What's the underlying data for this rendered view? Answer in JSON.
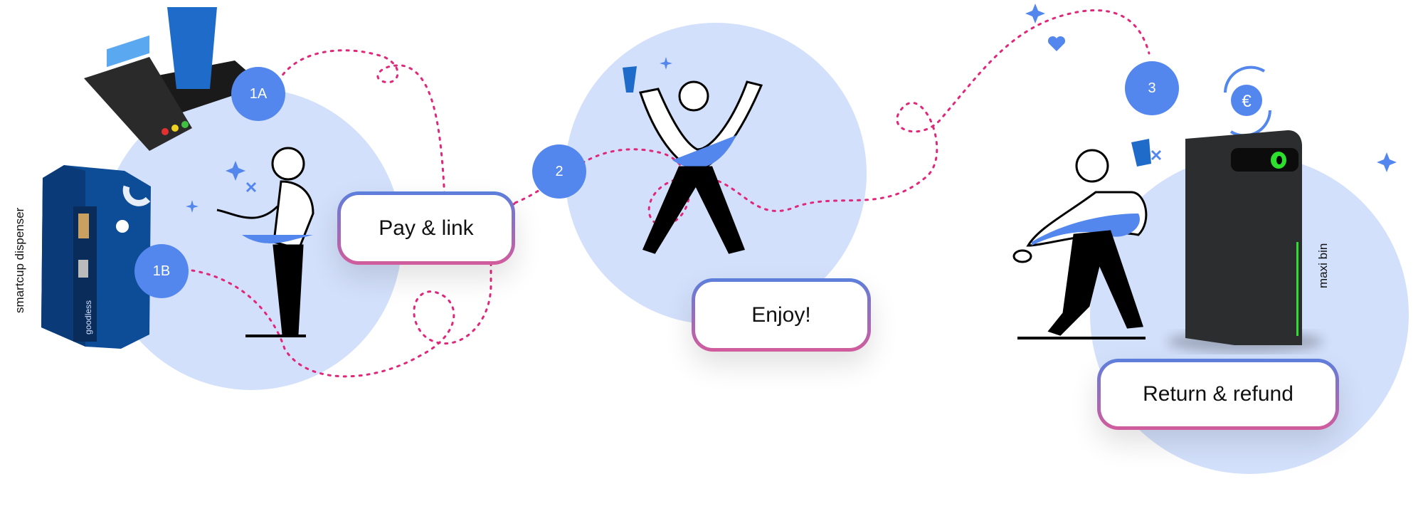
{
  "colors": {
    "badge": "#5387ee",
    "circle": "#d3e0fb",
    "path": "#e0287a",
    "box_top": "#5c7fdc",
    "box_bottom": "#d25c9c"
  },
  "badges": {
    "b1a": "1A",
    "b1b": "1B",
    "b2": "2",
    "b3": "3"
  },
  "steps": {
    "pay": "Pay & link",
    "enjoy": "Enjoy!",
    "return": "Return & refund"
  },
  "labels": {
    "dispenser": "smartcup dispenser",
    "bin": "maxi bin",
    "brand": "goodless",
    "currency": "€"
  }
}
